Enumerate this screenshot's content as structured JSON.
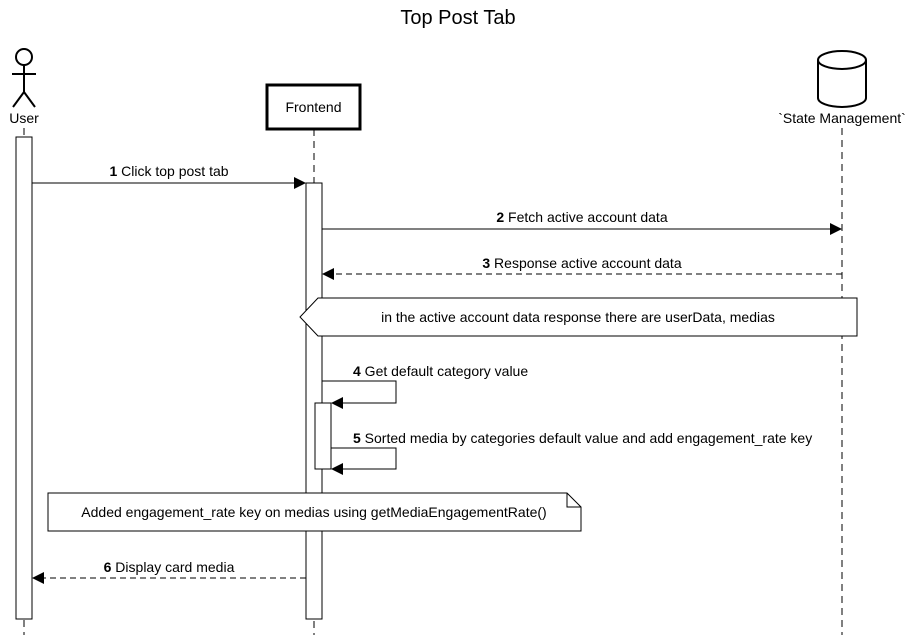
{
  "title": "Top Post Tab",
  "participants": {
    "user": "User",
    "frontend": "Frontend",
    "state": "`State Management`"
  },
  "messages": [
    {
      "num": "1",
      "text": " Click top post tab"
    },
    {
      "num": "2",
      "text": " Fetch active account data"
    },
    {
      "num": "3",
      "text": " Response active account data"
    },
    {
      "num": "4",
      "text": " Get default category value"
    },
    {
      "num": "5",
      "text": " Sorted media by categories default value and add engagement_rate key"
    },
    {
      "num": "6",
      "text": " Display card media"
    }
  ],
  "notes": {
    "response": "in the active account data response there are userData, medias",
    "engagement": "Added engagement_rate key on medias using getMediaEngagementRate()"
  }
}
